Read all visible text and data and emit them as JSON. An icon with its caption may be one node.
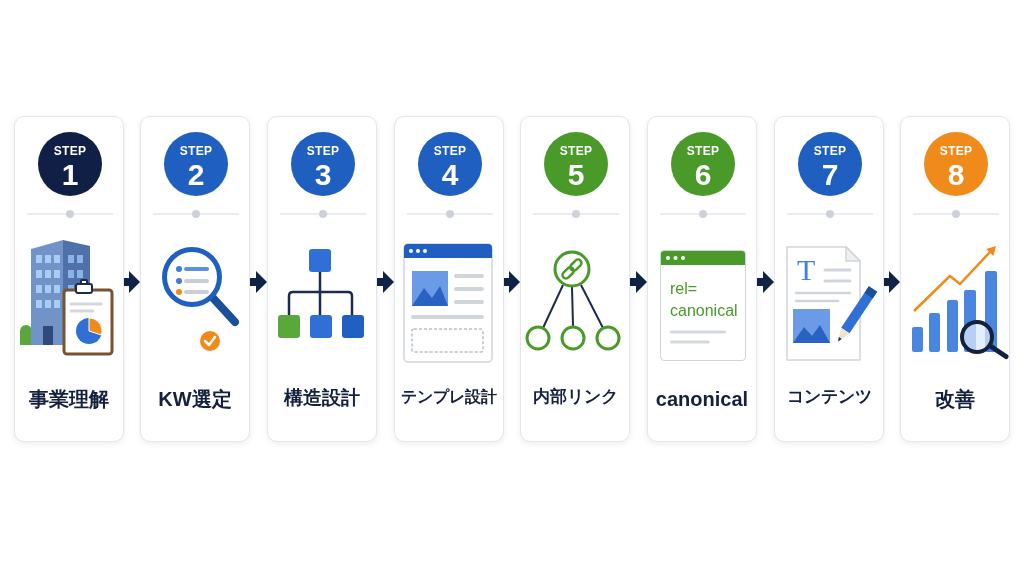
{
  "diagram": {
    "nodes": [
      {
        "text": [
          "事業理解"
        ]
      },
      {
        "text": [
          "STEP",
          "1"
        ],
        "in": 0
      },
      {
        "text": [
          "KW選定"
        ]
      },
      {
        "text": [
          "STEP",
          "2"
        ],
        "in": 2
      },
      {
        "text": [
          "構造設計"
        ]
      },
      {
        "text": [
          "STEP",
          "3"
        ],
        "in": 4
      },
      {
        "text": [
          "テンプレ設計"
        ]
      },
      {
        "text": [
          "STEP",
          "4"
        ],
        "in": 6
      },
      {
        "text": [
          "内部リンク"
        ]
      },
      {
        "text": [
          "STEP",
          "5"
        ],
        "in": 8
      },
      {
        "text": [
          "canonical"
        ]
      },
      {
        "text": [
          "STEP",
          "6"
        ],
        "in": 10
      },
      {
        "text": [
          "rel= canonical"
        ],
        "in": 10
      },
      {
        "text": [
          "コンテンツ"
        ]
      },
      {
        "text": [
          "STEP",
          "7"
        ],
        "in": 13
      },
      {
        "text": [
          "改善"
        ]
      },
      {
        "text": [
          "STEP",
          "8"
        ],
        "in": 15
      }
    ],
    "edges": [
      {
        "from": 0,
        "to": 2,
        "arrow": "to"
      },
      {
        "from": 2,
        "to": 4,
        "arrow": "to"
      },
      {
        "from": 4,
        "to": 6,
        "arrow": "to"
      },
      {
        "from": 6,
        "to": 8,
        "arrow": "to"
      },
      {
        "from": 8,
        "to": 10,
        "arrow": "to"
      },
      {
        "from": 10,
        "to": 13,
        "arrow": "to"
      },
      {
        "from": 13,
        "to": 15,
        "arrow": "to"
      }
    ],
    "labels": [
      "T"
    ]
  }
}
